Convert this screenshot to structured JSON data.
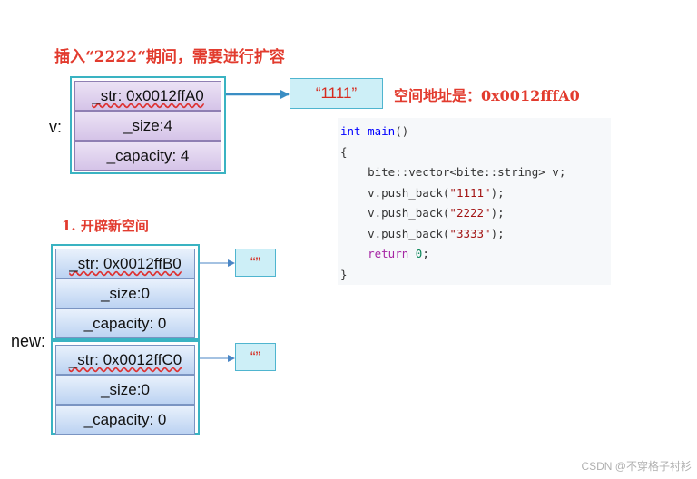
{
  "title": "插入“2222“期间，需要进行扩容",
  "v": {
    "label": "v:",
    "str_label": "_str: 0x0012ffA0",
    "size_label": "_size:4",
    "capacity_label": "_capacity: 4"
  },
  "target_value": "“1111”",
  "address_text": "空间地址是：0x0012fffA0",
  "step_title": "1. 开辟新空间",
  "new_label": "new:",
  "new_obj1": {
    "str_label": "_str: 0x0012ffB0",
    "size_label": "_size:0",
    "capacity_label": "_capacity: 0",
    "target": "“”"
  },
  "new_obj2": {
    "str_label": "_str: 0x0012ffC0",
    "size_label": "_size:0",
    "capacity_label": "_capacity: 0",
    "target": "“”"
  },
  "code": {
    "line1_kw": "int",
    "line1_fn": "main",
    "line1_rest": "()",
    "line2": "{",
    "line3": "    bite::vector<bite::string> v;",
    "line4_a": "    v.push_back(",
    "line4_s": "\"1111\"",
    "line4_b": ");",
    "line5_a": "    v.push_back(",
    "line5_s": "\"2222\"",
    "line5_b": ");",
    "line6_a": "    v.push_back(",
    "line6_s": "\"3333\"",
    "line6_b": ");",
    "line7_kw": "return",
    "line7_num": "0",
    "line7_end": ";",
    "line8": "}"
  },
  "watermark": "CSDN @不穿格子衬衫",
  "colors": {
    "title_red": "#e23b2e",
    "box_border": "#3ab3c2",
    "purple_cell": "#d5c4e8",
    "blue_cell": "#bcd3f2",
    "target_fill": "#cdeff7"
  }
}
